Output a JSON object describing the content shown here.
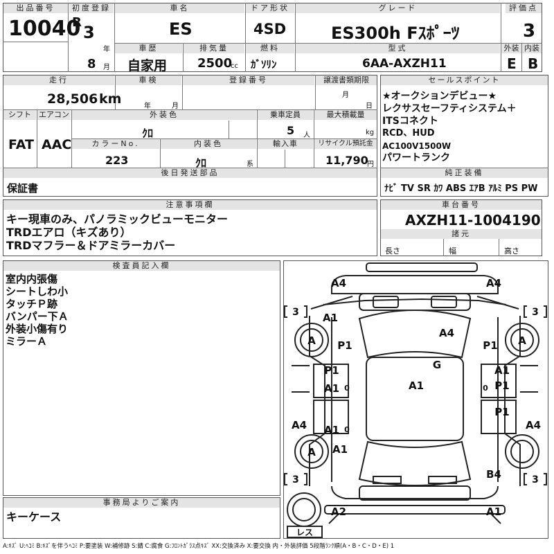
{
  "header": {
    "lot_no_label": "出品番号",
    "lot_no": "10040",
    "first_reg_label": "初度登録",
    "era": "R",
    "reg_year": "3",
    "year_unit": "年",
    "reg_month": "8",
    "month_unit": "月",
    "model_label": "車名",
    "model": "ES",
    "history_label": "車歴",
    "history": "自家用",
    "displacement_label": "排気量",
    "displacement": "2500",
    "displacement_unit": "cc",
    "door_label": "ドア形状",
    "door": "4SD",
    "fuel_label": "燃料",
    "fuel": "ｶﾞｿﾘﾝ",
    "grade_label": "グレード",
    "grade": "ES300h Fｽﾎﾟｰﾂ",
    "type_label": "型式",
    "type_code": "6AA-AXZH11",
    "score_label": "評価点",
    "score": "3",
    "ext_label": "外装",
    "ext_grade": "E",
    "int_label": "内装",
    "int_grade": "B"
  },
  "spec": {
    "mileage_label": "走行",
    "mileage": "28,506",
    "mileage_unit": "km",
    "inspection_label": "車検",
    "year_unit": "年",
    "month_unit": "月",
    "day_unit": "日",
    "plate_label": "登録番号",
    "transfer_label": "譲渡書類期限",
    "shift_label": "シフト",
    "shift": "FAT",
    "ac_label": "エアコン",
    "ac": "AAC",
    "ext_color_label": "外装色",
    "ext_color": "ｸﾛ",
    "capacity_label": "乗車定員",
    "capacity": "5",
    "capacity_unit": "人",
    "max_load_label": "最大積載量",
    "max_load_unit": "kg",
    "color_no_label": "カラーNo.",
    "color_no": "223",
    "int_color_label": "内装色",
    "int_color": "ｸﾛ",
    "int_color_unit": "系",
    "import_label": "輸入車",
    "recycle_label": "リサイクル預託金",
    "recycle": "11,790",
    "recycle_unit": "円",
    "later_label": "後日発送部品",
    "later": "保証書"
  },
  "sales_points": {
    "label": "セールスポイント",
    "lines": [
      "★オークションデビュー★",
      "レクサスセーフティシステム＋",
      "ITSコネクト",
      "RCD、HUD",
      "AC100V1500W",
      "パワートランク"
    ]
  },
  "equipment": {
    "label": "純正装備",
    "items": "ﾅﾋﾞ TV SR ｶﾜ ABS ｴｱB ｱﾙﾐ PS PW"
  },
  "notes": {
    "label": "注意事項欄",
    "lines": [
      "キー現車のみ、パノラミックビューモニター",
      "TRDエアロ（キズあり）",
      "TRDマフラー＆ドアミラーカバー"
    ]
  },
  "chassis": {
    "label": "車台番号",
    "number": "AXZH11-1004190",
    "dims_label": "諸元",
    "length_label": "長さ",
    "width_label": "幅",
    "height_label": "高さ"
  },
  "inspector": {
    "label": "検査員記入欄",
    "lines": [
      "室内内張傷",
      "シートしわ小",
      "タッチＰ跡",
      "バンパー下Ａ",
      "外装小傷有り",
      "ミラーＡ"
    ]
  },
  "office": {
    "label": "事務局よりご案内",
    "text": "キーケース"
  },
  "diagram": {
    "marks": [
      "A4",
      "A4",
      "A1",
      "A4",
      "A",
      "P1",
      "P1",
      "A",
      "G",
      "P1",
      "A1",
      "A1",
      "P1",
      "A1",
      "A1",
      "P1",
      "A4",
      "A1",
      "A4",
      "A",
      "A1",
      "B4",
      "A2",
      "A1"
    ],
    "tires": [
      "3",
      "3",
      "3",
      "3"
    ],
    "spare": "レス",
    "zero": "0"
  },
  "legend": "A:ｷｽﾞ U:ﾍｺﾐ B:ｷｽﾞを伴うﾍｺﾐ P:要塗装 W:補修跡 S:錆 C:腐食 G:ﾌﾛﾝﾄｶﾞﾗｽ点ｷｽﾞ XX:交換済み X:要交換 内・外装評価 5段階ﾗﾝｸ順(A・B・C・D・E) 1"
}
